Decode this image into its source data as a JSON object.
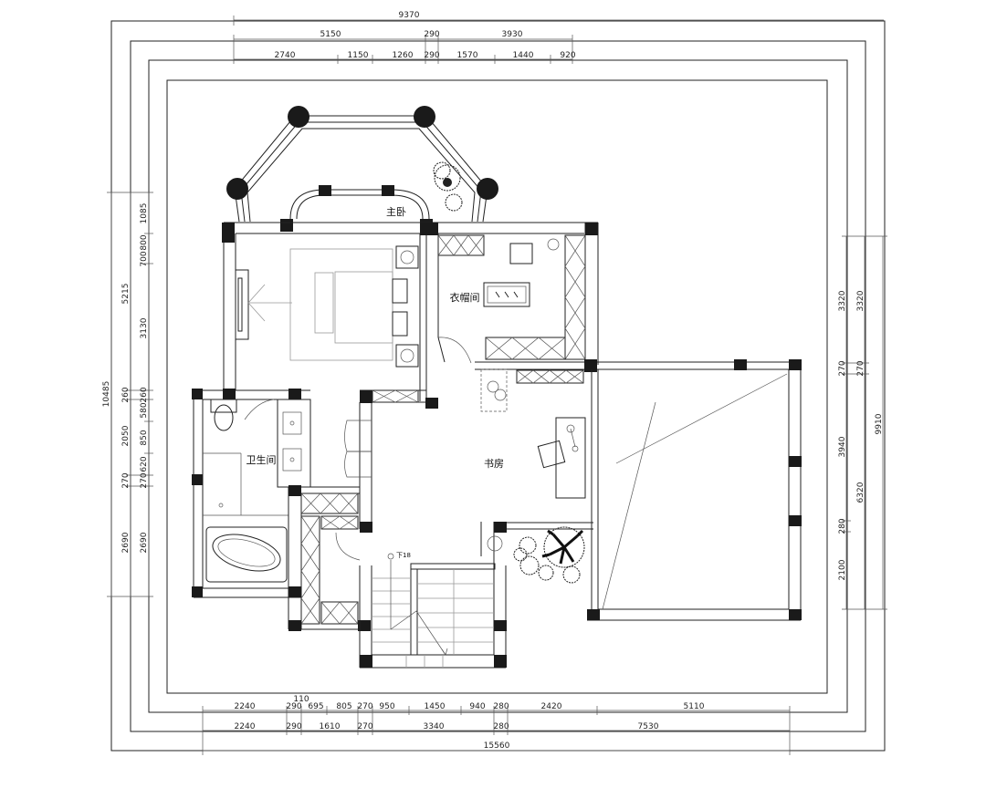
{
  "top_dims": {
    "overall": "9370",
    "row2": [
      "5150",
      "290",
      "3930"
    ],
    "row3": [
      "2740",
      "1150",
      "1260",
      "290",
      "1570",
      "1440",
      "920"
    ]
  },
  "bottom_dims": {
    "extra": "110",
    "row1": [
      "2240",
      "290",
      "695",
      "805",
      "270",
      "950",
      "1450",
      "940",
      "280",
      "2420",
      "5110"
    ],
    "row2": [
      "2240",
      "290",
      "1610",
      "270",
      "3340",
      "280",
      "7530"
    ],
    "overall": "15560"
  },
  "left_dims": {
    "overall": "10485",
    "outer": [
      "5215",
      "260",
      "2050",
      "270",
      "2690"
    ],
    "inner": [
      "1085",
      "800",
      "700",
      "3130",
      "260",
      "580",
      "850",
      "620",
      "270",
      "2690"
    ]
  },
  "right_dims": {
    "overall": "9910",
    "outer": [
      "3320",
      "270",
      "6320"
    ],
    "inner": [
      "3320",
      "270",
      "3940",
      "280",
      "2100"
    ]
  },
  "rooms": {
    "master_bedroom": "主卧",
    "closet": "衣帽间",
    "study": "书房",
    "bathroom": "卫生间"
  },
  "stair_note": "下18"
}
